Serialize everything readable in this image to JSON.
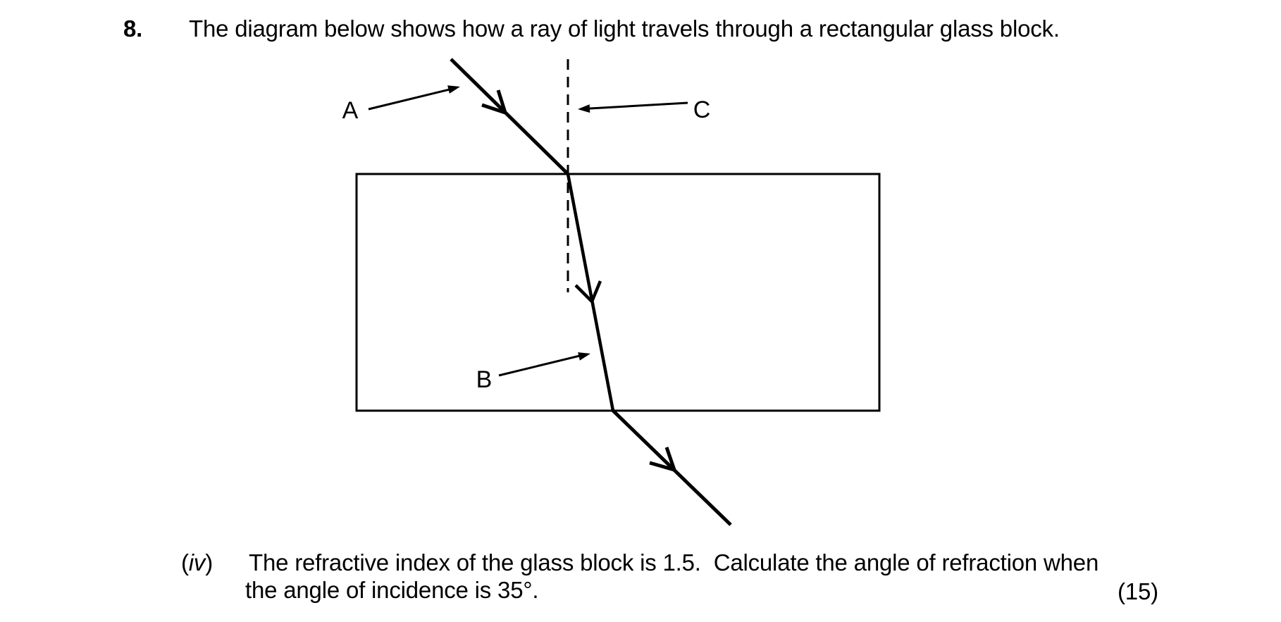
{
  "colors": {
    "ink": "#000000",
    "paper": "#ffffff"
  },
  "question": {
    "number": "8.",
    "text": "The diagram below shows how a ray of light travels through a rectangular glass block."
  },
  "diagram": {
    "label_incident_ray": "A",
    "label_refracted_ray": "B",
    "label_normal": "C"
  },
  "subquestion": {
    "numeral_open": "(",
    "numeral": "iv",
    "numeral_close": ")",
    "line1": "The refractive index of the glass block is 1.5.  Calculate the angle of refraction when",
    "line2": "the angle of incidence is 35°.",
    "marks": "(15)"
  }
}
